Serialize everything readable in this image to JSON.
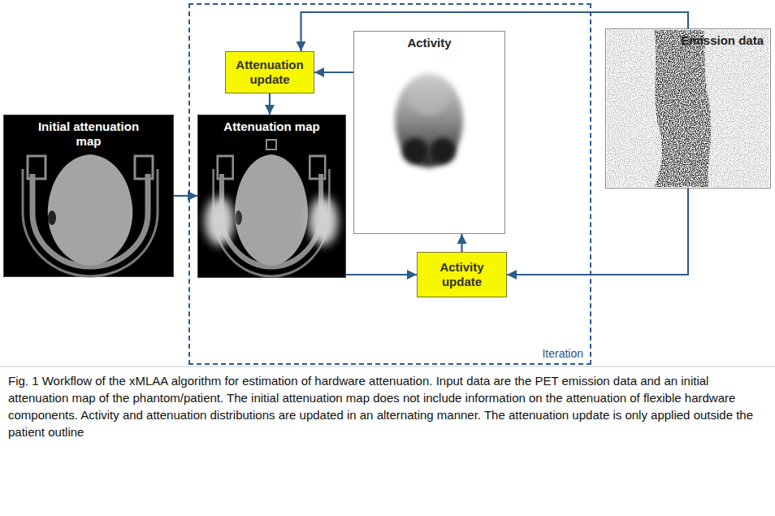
{
  "diagram": {
    "caption": "Fig. 1 Workflow of the xMLAA algorithm for estimation of hardware attenuation. Input data are the PET emission data and an initial attenuation map of the phantom/patient. The initial attenuation map does not include information on the attenuation of flexible hardware components. Activity and attenuation distributions are updated in an alternating manner. The attenuation update is only applied outside the patient outline",
    "nodes": [
      {
        "text": [
          "Iteration"
        ]
      },
      {
        "text": [
          "Attenuation update"
        ],
        "in": 0
      },
      {
        "text": [
          "Activity"
        ],
        "in": 0
      },
      {
        "text": [
          "Emission data"
        ]
      },
      {
        "text": [
          "Initial attenuation map"
        ]
      },
      {
        "text": [
          "Attenuation map"
        ],
        "in": 0
      },
      {
        "text": [
          "Activity update"
        ],
        "in": 0
      }
    ],
    "edges": [
      {
        "from": 3,
        "to": 1,
        "arrow": "to"
      },
      {
        "from": 3,
        "to": 6,
        "arrow": "to"
      },
      {
        "from": 2,
        "to": 1,
        "arrow": "to"
      },
      {
        "from": 1,
        "to": 5,
        "arrow": "to"
      },
      {
        "from": 4,
        "to": 5,
        "arrow": "to"
      },
      {
        "from": 5,
        "to": 6,
        "arrow": "to"
      },
      {
        "from": 6,
        "to": 2,
        "arrow": "to"
      }
    ]
  }
}
